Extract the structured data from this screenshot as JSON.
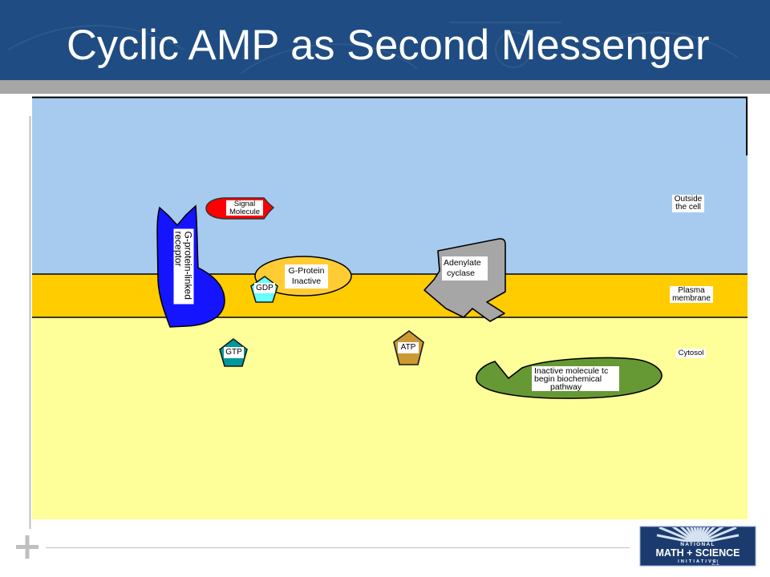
{
  "slide": {
    "title": "Cyclic AMP as Second Messenger",
    "page_number": "21",
    "colors": {
      "header": "#1f4c82",
      "header_strip": "#a6a6a6",
      "rule": "#bfbfbf"
    }
  },
  "diagram": {
    "regions": {
      "outside": {
        "label": [
          "Outside",
          "the cell"
        ],
        "color": "#a6cbef"
      },
      "membrane": {
        "label": [
          "Plasma",
          "membrane"
        ],
        "color": "#ffcc00"
      },
      "cytosol": {
        "label": "Cytosol",
        "color": "#ffff99"
      }
    },
    "molecules": {
      "signal_molecule": {
        "label": [
          "Signal",
          "Molecule"
        ],
        "color": "#ff0000"
      },
      "receptor": {
        "label": [
          "G-protein-linked",
          "receptor"
        ],
        "color": "#1414ff"
      },
      "g_protein": {
        "label": [
          "G-Protein",
          "Inactive"
        ],
        "color": "#ffcc33"
      },
      "gdp": {
        "label": "GDP",
        "color": "#66ffff"
      },
      "gtp": {
        "label": "GTP",
        "color": "#009999"
      },
      "atp": {
        "label": "ATP",
        "color": "#cc9933"
      },
      "adenylate_cyclase": {
        "label": [
          "Adenylate",
          "cyclase"
        ],
        "color": "#a6a6a6"
      },
      "inactive_molecule": {
        "label": [
          "Inactive molecule tc",
          "begin biochemical",
          "pathway"
        ],
        "color": "#669933"
      }
    }
  },
  "logo": {
    "lines": [
      "NATIONAL",
      "MATH + SCIENCE",
      "INITIATIVE"
    ],
    "color": "#1b3b6f",
    "ray_color": "#d5e2f2"
  }
}
